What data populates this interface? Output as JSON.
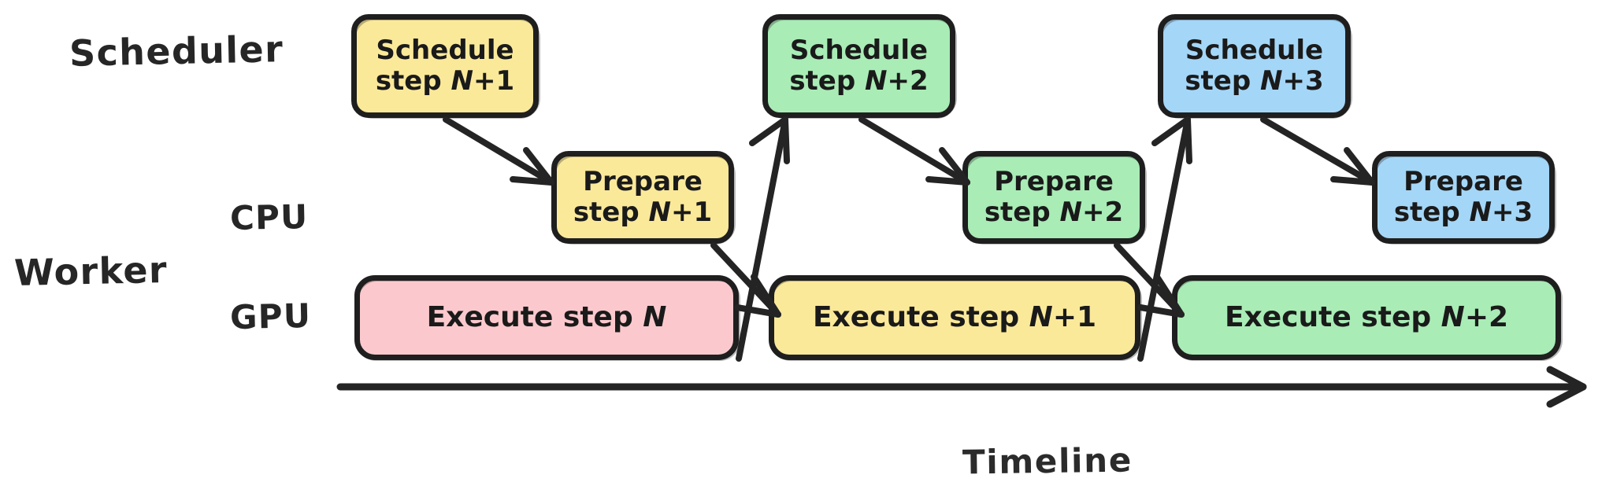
{
  "diagram": {
    "title": "Scheduler and Worker pipelined execution timeline",
    "background_color": "#ffffff",
    "stroke_color": "#1f1f1f",
    "text_color": "#1a1a1a"
  },
  "lanes": [
    {
      "id": "scheduler",
      "label": "Scheduler"
    },
    {
      "id": "worker",
      "label": "Worker"
    },
    {
      "id": "cpu",
      "label": "CPU"
    },
    {
      "id": "gpu",
      "label": "GPU"
    }
  ],
  "axis": {
    "label": "Timeline",
    "direction": "left-to-right",
    "arrowhead": "right"
  },
  "colors": {
    "yellow": "#FBE99A",
    "pink": "#FBC9CD",
    "green": "#A9ECB6",
    "blue": "#A4D6F7"
  },
  "nodes": [
    {
      "id": "schedule-n1",
      "lane": "scheduler",
      "color": "#FBE99A",
      "line1": "Schedule",
      "line2_prefix": "step ",
      "line2_var": "N",
      "line2_suffix": "+1",
      "full_text": "Schedule step N+1"
    },
    {
      "id": "schedule-n2",
      "lane": "scheduler",
      "color": "#A9ECB6",
      "line1": "Schedule",
      "line2_prefix": "step ",
      "line2_var": "N",
      "line2_suffix": "+2",
      "full_text": "Schedule step N+2"
    },
    {
      "id": "schedule-n3",
      "lane": "scheduler",
      "color": "#A4D6F7",
      "line1": "Schedule",
      "line2_prefix": "step ",
      "line2_var": "N",
      "line2_suffix": "+3",
      "full_text": "Schedule step N+3"
    },
    {
      "id": "prepare-n1",
      "lane": "cpu",
      "color": "#FBE99A",
      "line1": "Prepare",
      "line2_prefix": "step ",
      "line2_var": "N",
      "line2_suffix": "+1",
      "full_text": "Prepare step N+1"
    },
    {
      "id": "prepare-n2",
      "lane": "cpu",
      "color": "#A9ECB6",
      "line1": "Prepare",
      "line2_prefix": "step ",
      "line2_var": "N",
      "line2_suffix": "+2",
      "full_text": "Prepare step N+2"
    },
    {
      "id": "prepare-n3",
      "lane": "cpu",
      "color": "#A4D6F7",
      "line1": "Prepare",
      "line2_prefix": "step ",
      "line2_var": "N",
      "line2_suffix": "+3",
      "full_text": "Prepare step N+3"
    },
    {
      "id": "execute-n",
      "lane": "gpu",
      "color": "#FBC9CD",
      "line1_prefix": "Execute step ",
      "line1_var": "N",
      "line1_suffix": "",
      "full_text": "Execute step N"
    },
    {
      "id": "execute-n1",
      "lane": "gpu",
      "color": "#FBE99A",
      "line1_prefix": "Execute step ",
      "line1_var": "N",
      "line1_suffix": "+1",
      "full_text": "Execute step N+1"
    },
    {
      "id": "execute-n2",
      "lane": "gpu",
      "color": "#A9ECB6",
      "line1_prefix": "Execute step ",
      "line1_var": "N",
      "line1_suffix": "+2",
      "full_text": "Execute step N+2"
    }
  ],
  "edges": [
    {
      "id": "e1",
      "from": "schedule-n1",
      "to": "prepare-n1",
      "style": "arrow-down-right"
    },
    {
      "id": "e2",
      "from": "execute-n",
      "to": "schedule-n2",
      "style": "arrow-up-right"
    },
    {
      "id": "e3",
      "from": "prepare-n1",
      "to": "execute-n1",
      "style": "arrow-down-right"
    },
    {
      "id": "e4",
      "from": "schedule-n2",
      "to": "prepare-n2",
      "style": "arrow-down-right"
    },
    {
      "id": "e5",
      "from": "execute-n1",
      "to": "schedule-n3",
      "style": "arrow-up-right"
    },
    {
      "id": "e6",
      "from": "prepare-n2",
      "to": "execute-n2",
      "style": "arrow-down-right"
    },
    {
      "id": "e7",
      "from": "schedule-n3",
      "to": "prepare-n3",
      "style": "arrow-down-right"
    }
  ]
}
